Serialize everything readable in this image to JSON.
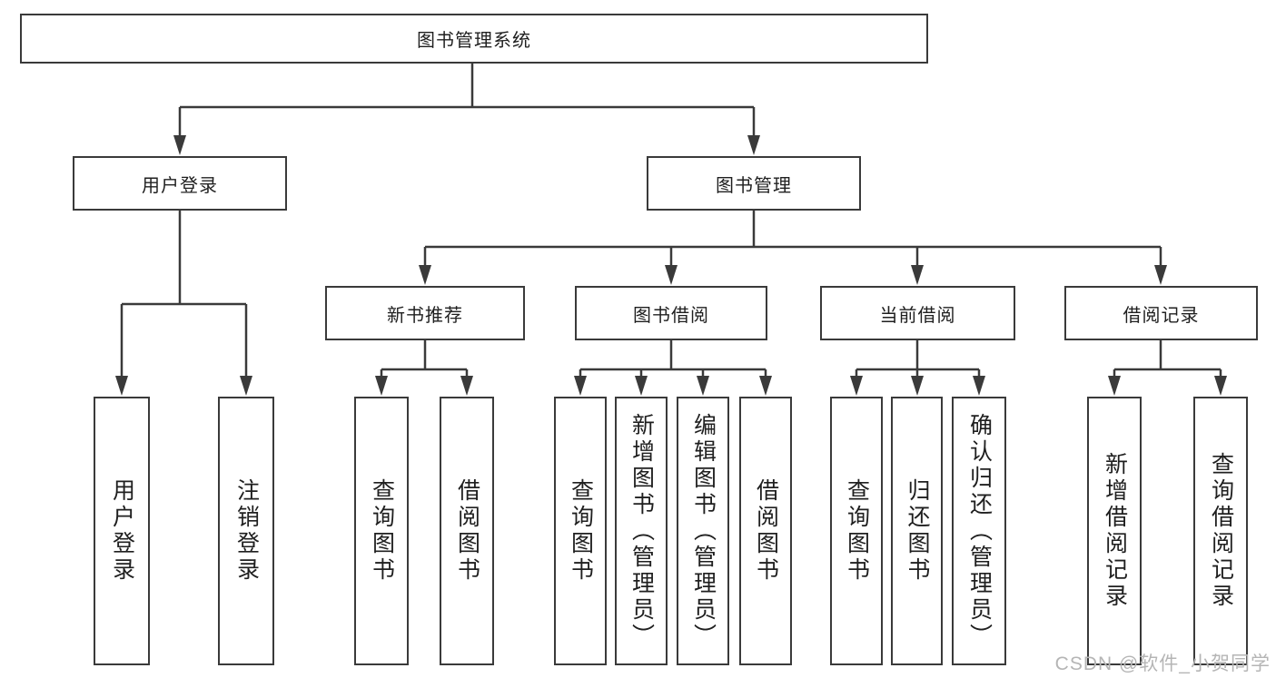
{
  "colors": {
    "line": "#3a3a3a",
    "text": "#1f1f1f",
    "box_bg": "#ffffff",
    "watermark_color": "#b5b5b5"
  },
  "watermark": "CSDN @软件_小贺同学",
  "tree": {
    "root": {
      "label": "图书管理系统"
    },
    "branches": [
      {
        "label": "用户登录",
        "children": [
          "用户登录",
          "注销登录"
        ]
      },
      {
        "label": "图书管理",
        "groups": [
          {
            "label": "新书推荐",
            "children": [
              "查询图书",
              "借阅图书"
            ]
          },
          {
            "label": "图书借阅",
            "children": [
              "查询图书",
              "新增图书（管理员）",
              "编辑图书（管理员）",
              "借阅图书"
            ]
          },
          {
            "label": "当前借阅",
            "children": [
              "查询图书",
              "归还图书",
              "确认归还（管理员）"
            ]
          },
          {
            "label": "借阅记录",
            "children": [
              "新增借阅记录",
              "查询借阅记录"
            ]
          }
        ]
      }
    ]
  }
}
